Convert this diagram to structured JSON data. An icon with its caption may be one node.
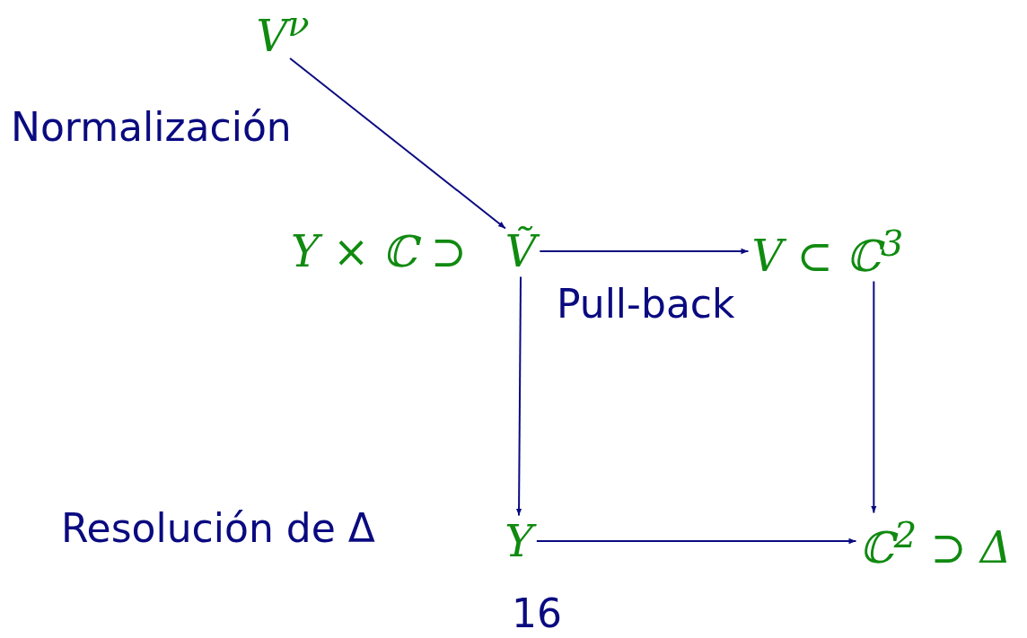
{
  "diagram": {
    "nodes": [
      {
        "text": [
          "V$^{ν}$"
        ]
      },
      {
        "text": [
          "Ṽ"
        ],
        "beside": [
          "Y × ℂ ⊃"
        ]
      },
      {
        "text": [
          "V ⊂ ℂ$^{3}$"
        ]
      },
      {
        "text": [
          "Y"
        ]
      },
      {
        "text": [
          "ℂ$^{2}$ ⊃ Δ"
        ]
      }
    ],
    "edges": [
      {
        "from": 0,
        "to": 1,
        "arrow": "to",
        "label": "Normalización"
      },
      {
        "from": 1,
        "to": 2,
        "arrow": "to",
        "label": "Pull-back"
      },
      {
        "from": 1,
        "to": 3,
        "arrow": "to"
      },
      {
        "from": 2,
        "to": 4,
        "arrow": "to"
      },
      {
        "from": 3,
        "to": 4,
        "arrow": "to"
      }
    ],
    "labels": [
      "Resolución de Δ",
      "16"
    ]
  }
}
